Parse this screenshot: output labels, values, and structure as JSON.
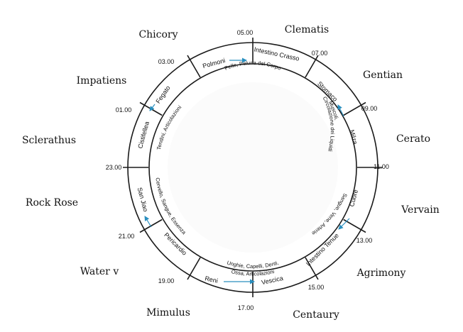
{
  "colors": {
    "arrow": "#2a8fbf",
    "line": "#1a1a1a",
    "text": "#111111"
  },
  "flowers": [
    {
      "label": "Clematis"
    },
    {
      "label": "Gentian"
    },
    {
      "label": "Cerato"
    },
    {
      "label": "Vervain"
    },
    {
      "label": "Agrimony"
    },
    {
      "label": "Centaury"
    },
    {
      "label": "Mimulus"
    },
    {
      "label": "Water v"
    },
    {
      "label": "Rock Rose"
    },
    {
      "label": "Sclerathus"
    },
    {
      "label": "Impatiens"
    },
    {
      "label": "Chicory"
    }
  ],
  "times": [
    {
      "label": "05.00"
    },
    {
      "label": "07.00"
    },
    {
      "label": "09.00"
    },
    {
      "label": "11.00"
    },
    {
      "label": "13.00"
    },
    {
      "label": "15.00"
    },
    {
      "label": "17.00"
    },
    {
      "label": "19.00"
    },
    {
      "label": "21.00"
    },
    {
      "label": "23.00"
    },
    {
      "label": "01.00"
    },
    {
      "label": "03.00"
    }
  ],
  "organs": [
    {
      "label": "Intestino Crasso"
    },
    {
      "label": "Stomaco"
    },
    {
      "label": "Milza"
    },
    {
      "label": "Cuore"
    },
    {
      "label": "Intestino Tenue"
    },
    {
      "label": "Vescica"
    },
    {
      "label": "Reni"
    },
    {
      "label": "Pericardio"
    },
    {
      "label": "San Jiao"
    },
    {
      "label": "Cistifellea"
    },
    {
      "label": "Fegato"
    },
    {
      "label": "Polmoni"
    }
  ],
  "tissues": {
    "top": "Pelle, Peluria del Corpo",
    "right_1": "Muscoli,",
    "right_2": "Circolazione dei Liquidi",
    "lower_right": "Sangue, Vene, Arterie",
    "bottom_1": "Unghie, Capelli, Denti,",
    "bottom_2": "Ossa, Articolazioni",
    "lower_left": "Cervello, Sangue, Essenza",
    "upper_left": "Tendini, Articolazioni"
  }
}
